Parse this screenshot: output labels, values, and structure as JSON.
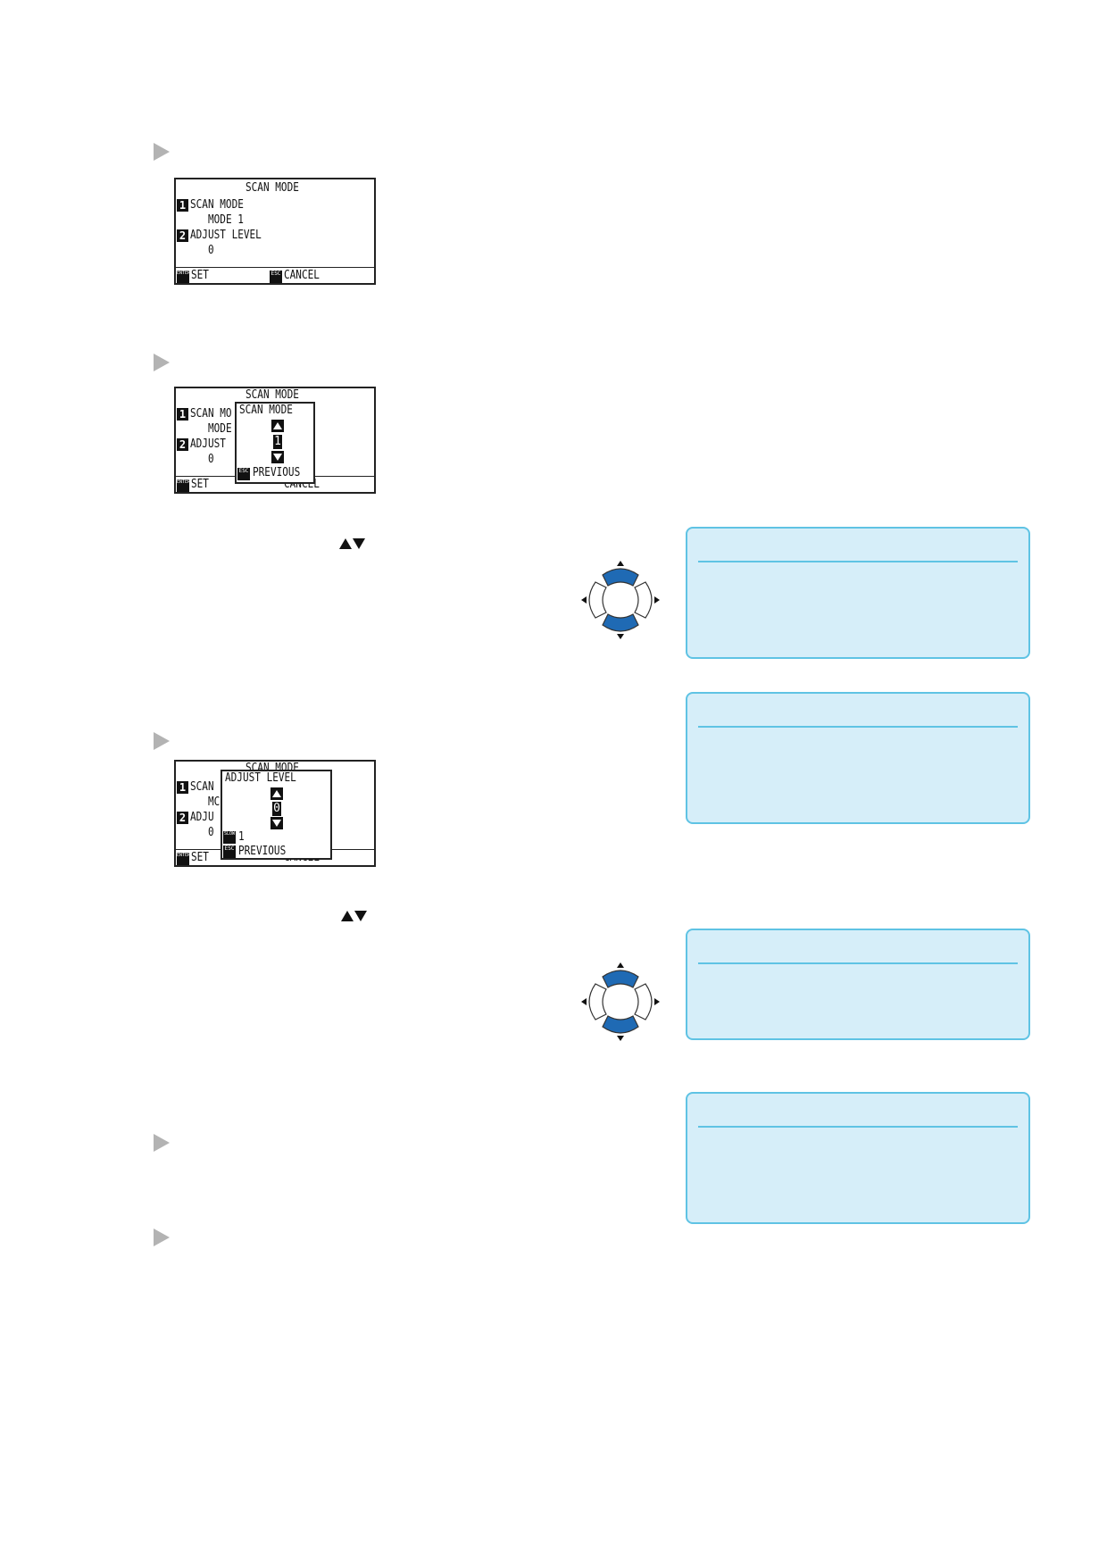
{
  "colors": {
    "note_fill": "#d6eef9",
    "note_border": "#5fc3e4",
    "pad_blue": "#1f6ab4",
    "step_marker": "#b3b3b3"
  },
  "screen1": {
    "title": "SCAN MODE",
    "item1_num": "1",
    "item1_label": "SCAN MODE",
    "item1_value": "MODE 1",
    "item2_num": "2",
    "item2_label": "ADJUST LEVEL",
    "item2_value": "0",
    "enter_key": "ENTER",
    "set_label": "SET",
    "esc_key": "ESC",
    "cancel_label": "CANCEL"
  },
  "screen2": {
    "title": "SCAN MODE",
    "item1_num": "1",
    "item1_label": "SCAN MO",
    "item1_value": "MODE",
    "item2_num": "2",
    "item2_label": "ADJUST",
    "item2_value": "0",
    "enter_key": "ENTER",
    "set_label": "SET",
    "cancel_label": "CANCEL",
    "popup_title": "SCAN MODE",
    "popup_value": "1",
    "esc_key": "ESC",
    "previous_label": "PREVIOUS"
  },
  "screen3": {
    "title": "SCAN MODE",
    "item1_num": "1",
    "item1_label": "SCAN",
    "item1_value": "MC",
    "item2_num": "2",
    "item2_label": "ADJU",
    "item2_value": "0",
    "enter_key": "ENTER",
    "set_label": "SET",
    "cancel_label": "CANCEL",
    "popup_title": "ADJUST LEVEL",
    "popup_value": "0",
    "slow_key": "SLOW",
    "step_value": "1",
    "esc_key": "ESC",
    "previous_label": "PREVIOUS"
  },
  "icons": {
    "updown": "up-down-arrow-keys",
    "cursor_pad": "cursor-keypad"
  }
}
